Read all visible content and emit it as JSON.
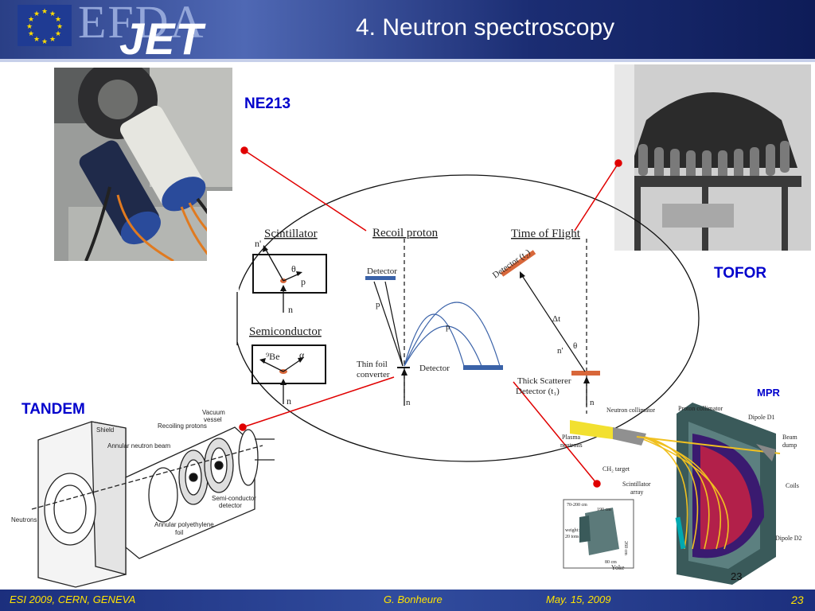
{
  "slide": {
    "title": "4. Neutron spectroscopy",
    "page_overlay": "23"
  },
  "logo": {
    "efda": "EFDA",
    "jet": "JET"
  },
  "labels": {
    "ne213": "NE213",
    "tofor": "TOFOR",
    "tandem": "TANDEM",
    "mpr": "MPR"
  },
  "schematic": {
    "scintillator": "Scintillator",
    "recoil_proton": "Recoil proton",
    "time_of_flight": "Time of Flight",
    "semiconductor": "Semiconductor",
    "n_prime": "n'",
    "theta": "θ",
    "p": "p",
    "n": "n",
    "be9": "⁹Be",
    "alpha": "α",
    "detector": "Detector",
    "thin_foil": "Thin foil",
    "converter": "converter",
    "detector_t2": "Detector (t₂)",
    "delta_t": "Δt",
    "thick_scatterer": "Thick Scatterer",
    "detector_t1": "Detector (t₁)"
  },
  "tandem_diagram": {
    "vacuum": "Vacuum",
    "vessel": "vessel",
    "shield": "Shield",
    "recoiling_protons": "Recoiling protons",
    "annular_neutron_beam": "Annular neutron beam",
    "semi_conductor": "Semi-conductor",
    "detector": "detector",
    "neutrons": "Neutrons",
    "annular_polyethylene": "Annular polyethylene",
    "foil": "foil"
  },
  "mpr_diagram": {
    "neutron_collimator": "Neutron collimator",
    "proton_collimator": "Proton collimator",
    "dipole_d1": "Dipole D1",
    "beam": "Beam",
    "dump": "dump",
    "plasma": "Plasma",
    "neutrons": "neutrons",
    "ch2_target": "CH₂ target",
    "scintillator": "Scintillator",
    "array": "array",
    "coils": "Coils",
    "dipole_d2": "Dipole D2",
    "yoke": "Yoke",
    "dim_70_200": "70-200 cm",
    "dim_190": "190 cm",
    "weight": "weight:",
    "tons": "20 tons",
    "dim_260": "260 cm",
    "dim_80": "80 cm"
  },
  "footer": {
    "left": "ESI 2009, CERN, GENEVA",
    "center": "G. Bonheure",
    "date": "May. 15, 2009",
    "page": "23"
  },
  "colors": {
    "header_blue": "#2a3f86",
    "label_blue": "#0000cc",
    "connector_red": "#e00000",
    "footer_text": "#ffe300",
    "detector_blue": "#3a62a8",
    "detector_orange": "#d8673a"
  }
}
